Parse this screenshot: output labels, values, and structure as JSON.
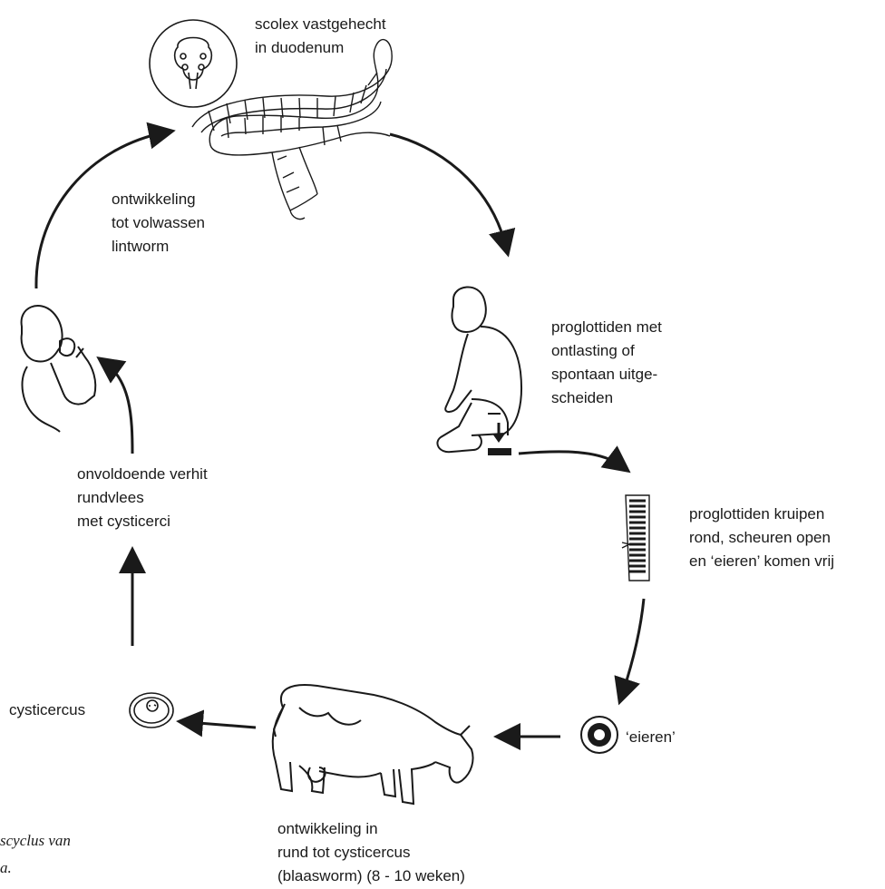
{
  "stages": {
    "scolex": [
      "scolex vastgehecht",
      "in duodenum"
    ],
    "proglottids_excreted": [
      "proglottiden met",
      "ontlasting of",
      "spontaan uitge-",
      "scheiden"
    ],
    "proglottids_crawl": [
      "proglottiden kruipen",
      "rond, scheuren open",
      "en ‘eieren’ komen vrij"
    ],
    "eggs": "‘eieren’",
    "cow_development": [
      "ontwikkeling in",
      "rund tot cysticercus",
      "(blaasworm) (8 - 10 weken)"
    ],
    "cysticercus": "cysticercus",
    "undercooked_beef": [
      "onvoldoende verhit",
      "rundvlees",
      "met cysticerci"
    ],
    "adult_development": [
      "ontwikkeling",
      "tot volwassen",
      "lintworm"
    ]
  },
  "caption": [
    "scyclus van",
    "a."
  ],
  "colors": {
    "ink": "#1a1a1a",
    "background": "#ffffff"
  }
}
